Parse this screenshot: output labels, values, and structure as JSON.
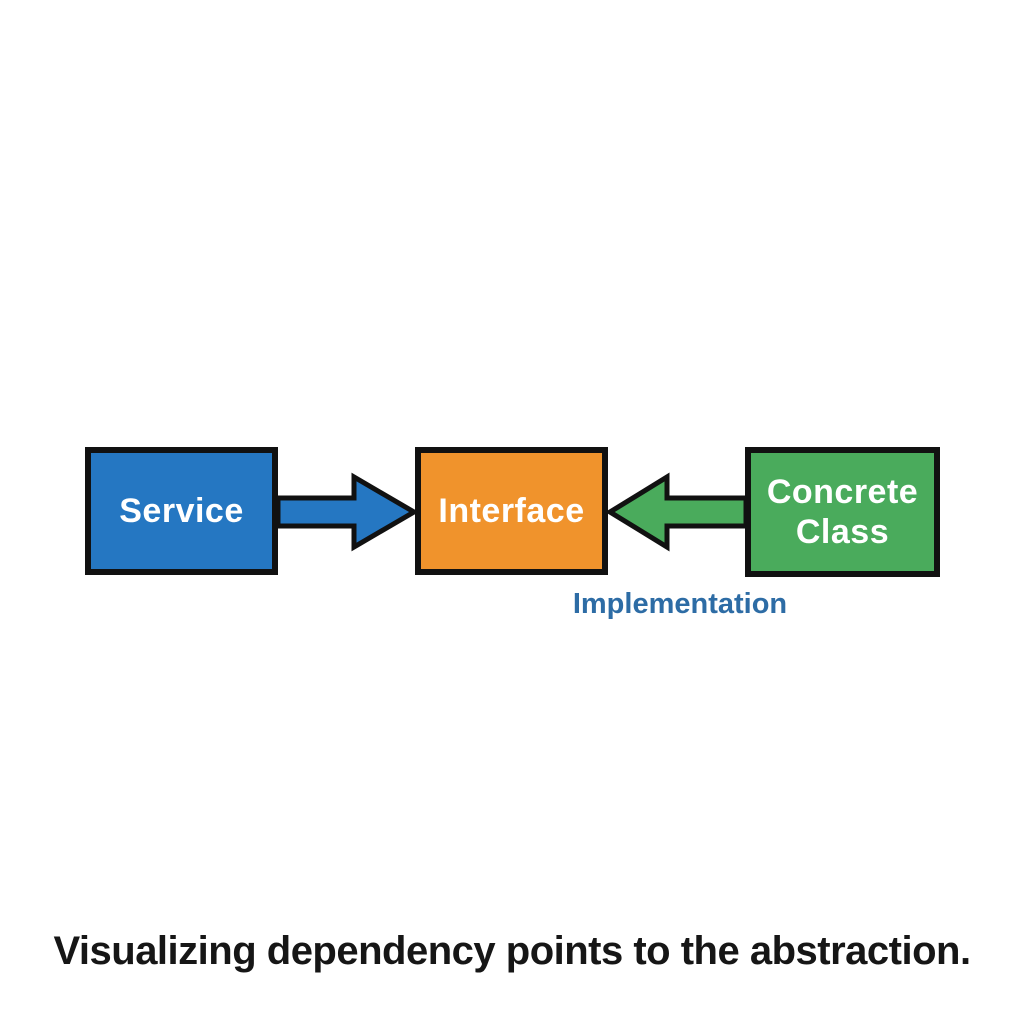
{
  "diagram": {
    "boxes": [
      {
        "id": "service",
        "label": "Service",
        "fill": "#2577c2"
      },
      {
        "id": "interface",
        "label": "Interface",
        "fill": "#f0932c"
      },
      {
        "id": "concrete-class",
        "label": "Concrete Class",
        "fill": "#4aab5c"
      }
    ],
    "arrows": [
      {
        "id": "service-to-interface",
        "direction": "right",
        "fill": "#2577c2",
        "stroke": "#111111"
      },
      {
        "id": "concrete-to-interface",
        "direction": "left",
        "fill": "#4aab5c",
        "stroke": "#111111"
      }
    ],
    "arrow_label": {
      "text": "Implementation",
      "color": "#2d6ca5"
    },
    "border_color": "#111111"
  },
  "caption": {
    "text": "Visualizing dependency points to the abstraction."
  }
}
